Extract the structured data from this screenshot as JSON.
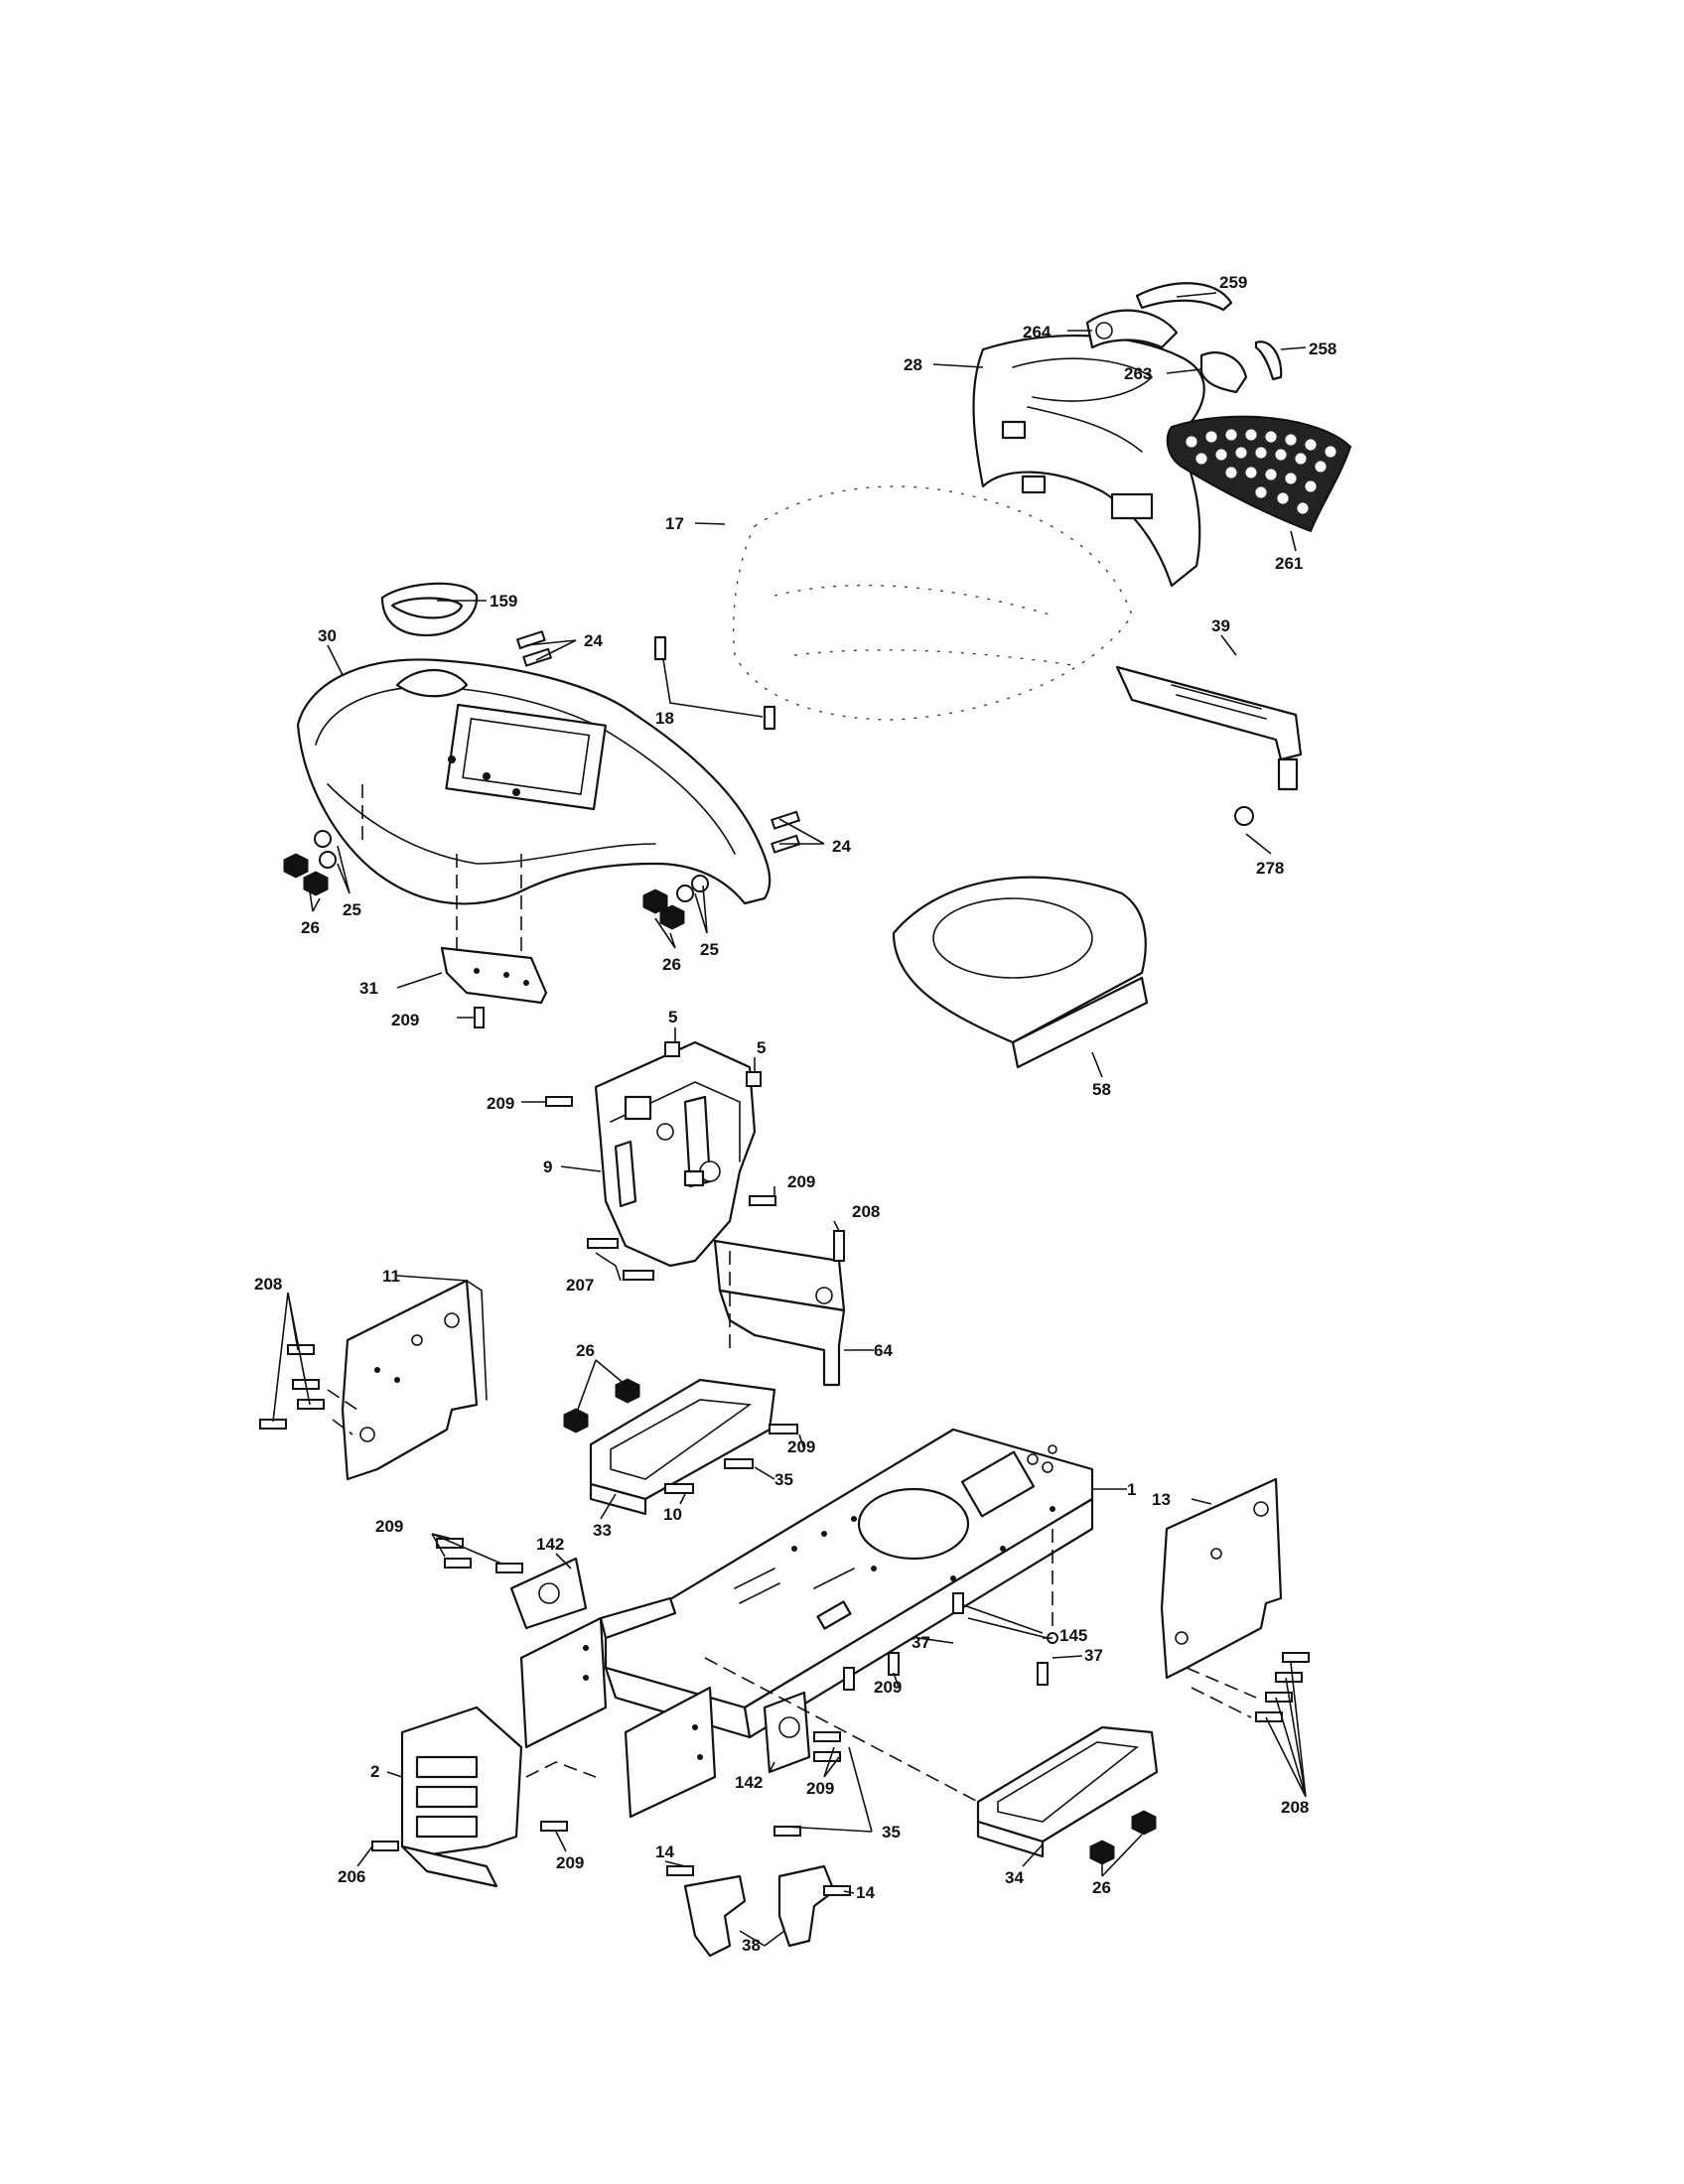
{
  "callouts": {
    "c259": "259",
    "c264": "264",
    "c258": "258",
    "c28": "28",
    "c263": "263",
    "c261": "261",
    "c17": "17",
    "c159": "159",
    "c30": "30",
    "c24a": "24",
    "c18": "18",
    "c39": "39",
    "c24b": "24",
    "c278": "278",
    "c26a": "26",
    "c25a": "25",
    "c26b": "26",
    "c25b": "25",
    "c31": "31",
    "c209a": "209",
    "c58": "58",
    "c5a": "5",
    "c5b": "5",
    "c209b": "209",
    "c9": "9",
    "c209c": "209",
    "c208a": "208",
    "c207": "207",
    "c11": "11",
    "c208b": "208",
    "c64": "64",
    "c26c": "26",
    "c209d": "209",
    "c35a": "35",
    "c33": "33",
    "c10": "10",
    "c1": "1",
    "c13": "13",
    "c209e": "209",
    "c142a": "142",
    "c37a": "37",
    "c145": "145",
    "c37b": "37",
    "c209f": "209",
    "c2": "2",
    "c142b": "142",
    "c209g": "209",
    "c208c": "208",
    "c35b": "35",
    "c206": "206",
    "c209h": "209",
    "c14a": "14",
    "c14b": "14",
    "c34": "34",
    "c26d": "26",
    "c38": "38"
  }
}
